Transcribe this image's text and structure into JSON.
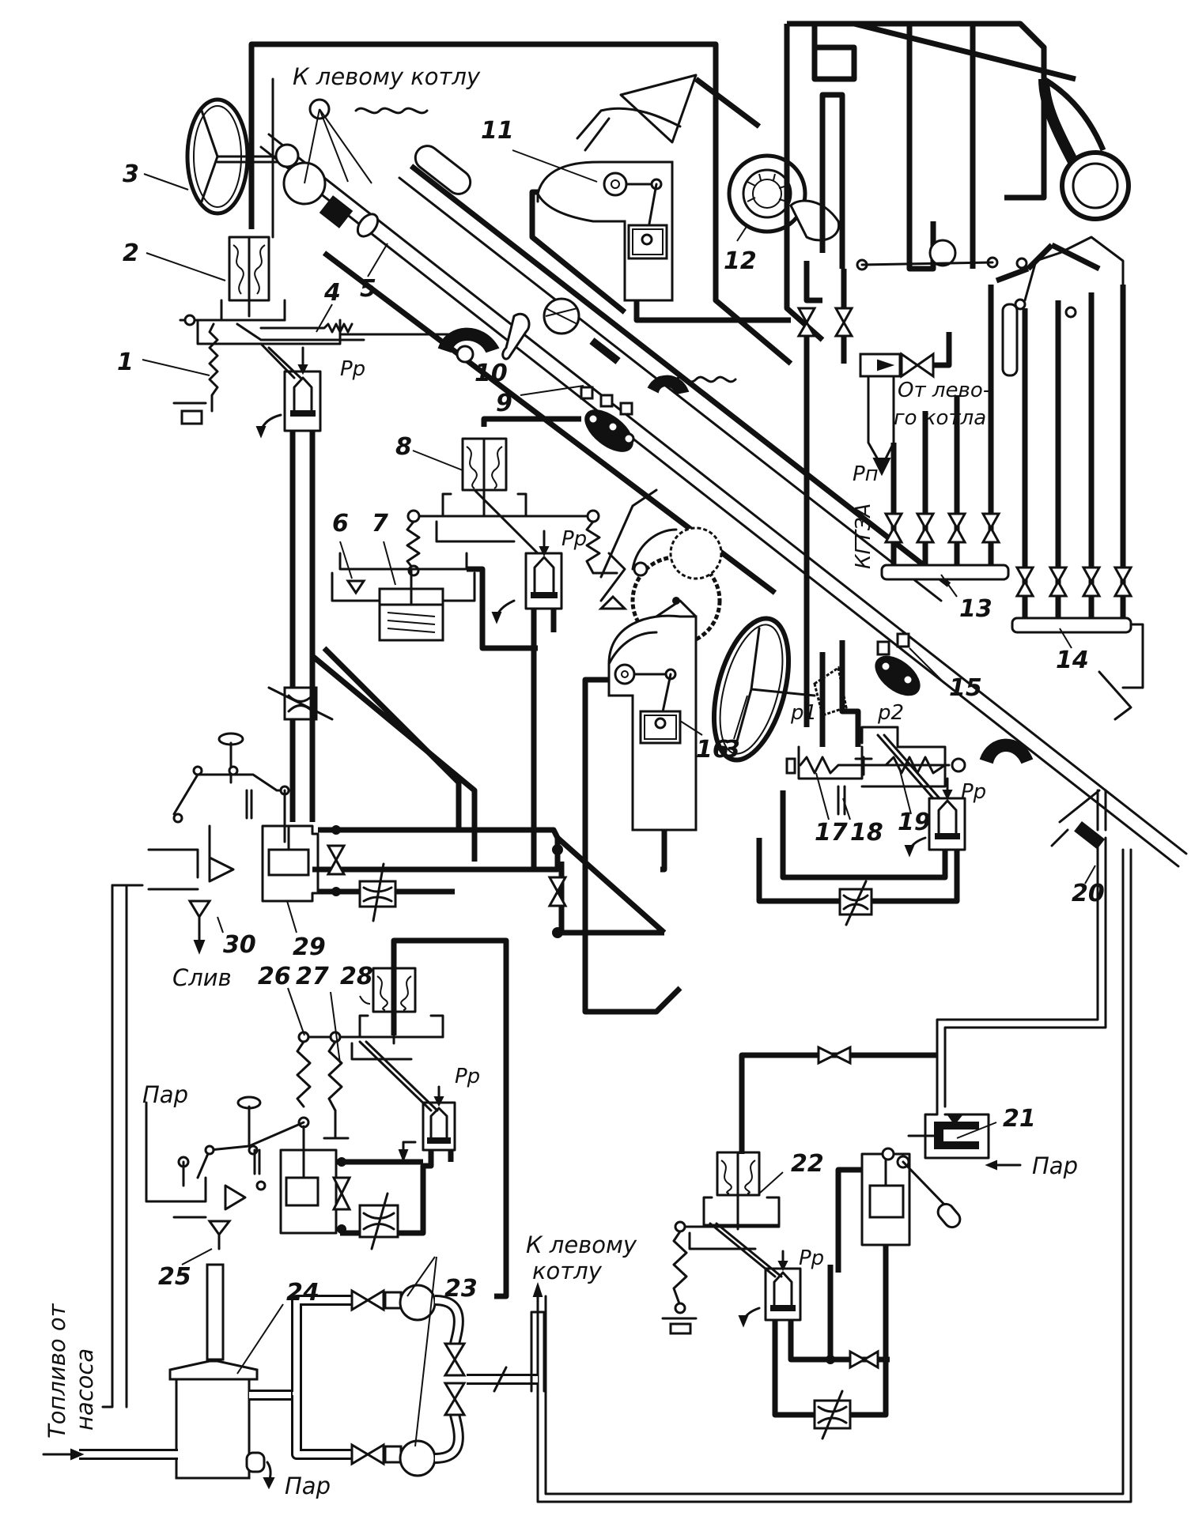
{
  "diagram": {
    "type": "mechanical-hydraulic schematic",
    "language": "ru",
    "annotations": {
      "to_left_boiler_top": "К левому котлу",
      "from_left_boiler_1": "От лево-",
      "from_left_boiler_2": "го котла",
      "turbine_code": "КГТЗА",
      "pn": "Pп",
      "drain": "Слив",
      "steam_left": "Пар",
      "steam_bottom": "Пар",
      "steam_right": "Пар",
      "to_left_boiler_bottom_1": "К левому",
      "to_left_boiler_bottom_2": "котлу",
      "fuel_from_pump_1": "Топливо от",
      "fuel_from_pump_2": "насоса",
      "pressure_regulator": "Pр",
      "p1": "p1",
      "p2": "p2"
    },
    "callouts": [
      "1",
      "2",
      "3",
      "4",
      "5",
      "6",
      "7",
      "8",
      "9",
      "10",
      "11",
      "12",
      "13",
      "14",
      "15",
      "16",
      "3",
      "17",
      "18",
      "19",
      "20",
      "21",
      "22",
      "23",
      "24",
      "25",
      "26",
      "27",
      "28",
      "29",
      "30"
    ]
  }
}
